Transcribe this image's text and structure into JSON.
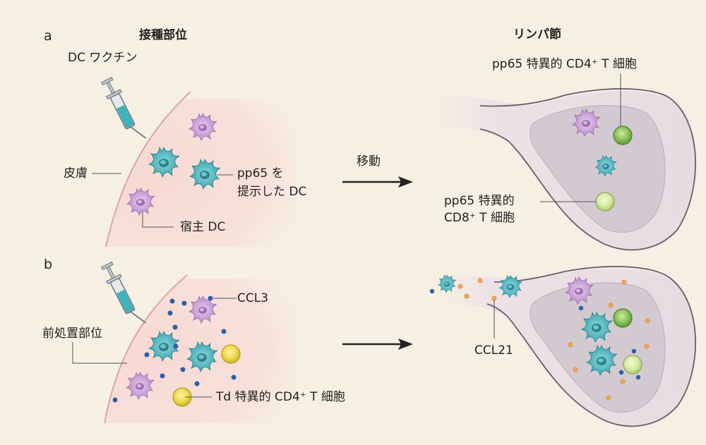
{
  "panel_a": {
    "letter": "a",
    "heading_left": "接種部位",
    "heading_right": "リンパ節",
    "vaccine": "DC ワクチン",
    "skin": "皮膚",
    "presenting_dc_line1": "pp65 を",
    "presenting_dc_line2": "提示した DC",
    "host_dc": "宿主 DC",
    "migration": "移動",
    "cd4_cell": "pp65 特異的 CD4⁺ T 細胞",
    "cd8_line1": "pp65 特異的",
    "cd8_line2": "CD8⁺ T 細胞"
  },
  "panel_b": {
    "letter": "b",
    "pretreat_site": "前処置部位",
    "ccl3": "CCL3",
    "td_cell": "Td 特異的 CD4⁺ T 細胞",
    "ccl21": "CCL21"
  },
  "colors": {
    "background": "#f6efe3",
    "skin_fill": "#f6dcd6",
    "lymph_outer": "#e7dbe2",
    "lymph_inner": "#d6cdd3",
    "cyan_dc": "#3fb3bd",
    "purple_dc": "#c49ad0",
    "green_t": "#8fc55a",
    "yellow_t": "#efd84a",
    "ccl3_dot": "#2f5ea8",
    "ccl21_dot": "#f0a55a"
  }
}
